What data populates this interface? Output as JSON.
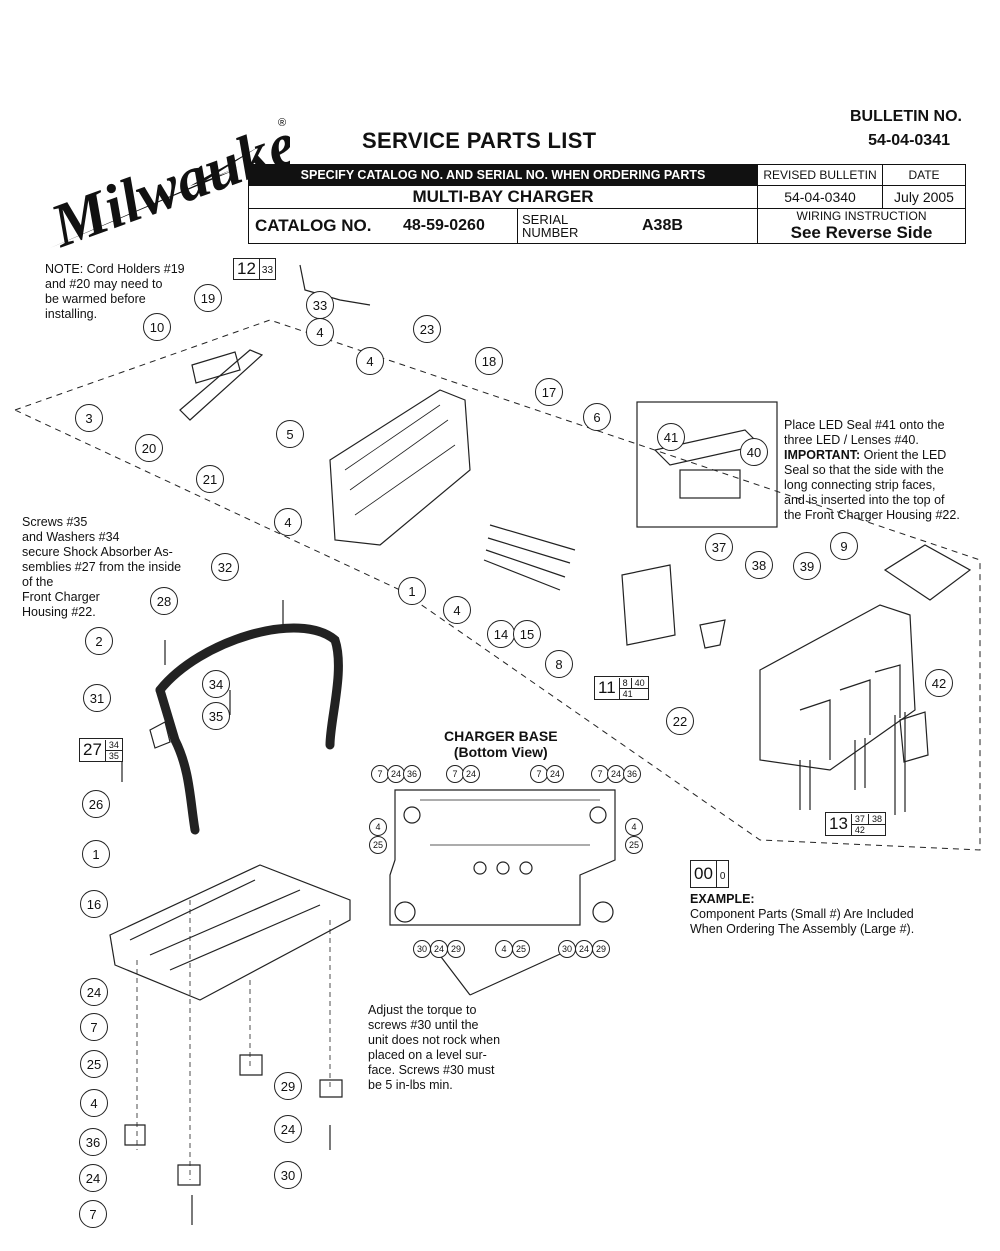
{
  "header": {
    "brand": "Milwaukee",
    "title": "SERVICE PARTS LIST",
    "bulletin_label": "BULLETIN NO.",
    "bulletin_no": "54-04-0341",
    "specify": "SPECIFY CATALOG NO. AND SERIAL NO. WHEN ORDERING PARTS",
    "product": "MULTI-BAY CHARGER",
    "catalog_label": "CATALOG NO.",
    "catalog_no": "48-59-0260",
    "serial_label_1": "SERIAL",
    "serial_label_2": "NUMBER",
    "serial_no": "A38B",
    "revised_label": "REVISED BULLETIN",
    "revised_no": "54-04-0340",
    "date_label": "DATE",
    "date": "July 2005",
    "wiring_label": "WIRING INSTRUCTION",
    "wiring_value": "See Reverse Side"
  },
  "notes": {
    "cord_holders": [
      "NOTE: Cord Holders #19",
      "and #20 may need to",
      "be warmed before",
      "installing."
    ],
    "screws": [
      "Screws #35",
      "and Washers #34",
      "secure Shock Absorber As-",
      "semblies #27 from the inside",
      "of the",
      "Front Charger",
      "Housing #22."
    ],
    "led_seal_1": [
      "Place LED Seal #41 onto the",
      "three LED / Lenses #40."
    ],
    "led_important_label": "IMPORTANT:",
    "led_important": [
      " Orient the LED",
      "Seal so that the side with the",
      "long connecting strip faces,",
      "and is inserted into the top of",
      "the Front Charger Housing #22."
    ],
    "charger_base_title": "CHARGER BASE",
    "charger_base_sub": "(Bottom View)",
    "torque": [
      "Adjust the torque to",
      "screws #30 until the",
      "unit does not rock when",
      "placed on a level sur-",
      "face. Screws #30 must",
      "be 5 in-lbs min."
    ],
    "example_label": "EXAMPLE:",
    "example_text": [
      "Component Parts (Small #) Are Included",
      "When Ordering The Assembly (Large #)."
    ],
    "example_big": "00",
    "example_small": "0"
  },
  "callouts": [
    "19",
    "10",
    "3",
    "20",
    "21",
    "33",
    "4",
    "4",
    "23",
    "18",
    "17",
    "6",
    "5",
    "4",
    "1",
    "4",
    "41",
    "40",
    "37",
    "38",
    "39",
    "9",
    "42",
    "22",
    "32",
    "28",
    "2",
    "34",
    "35",
    "31",
    "26",
    "1",
    "16",
    "24",
    "7",
    "25",
    "4",
    "36",
    "24",
    "7",
    "29",
    "24",
    "30",
    "14",
    "15",
    "8"
  ],
  "assemblies": {
    "a12": {
      "big": "12",
      "smalls": [
        "33"
      ]
    },
    "a11": {
      "big": "11",
      "smalls": [
        "8",
        "40",
        "41"
      ]
    },
    "a27": {
      "big": "27",
      "smalls": [
        "34",
        "35"
      ]
    },
    "a13": {
      "big": "13",
      "smalls": [
        "37",
        "38",
        "42"
      ]
    }
  },
  "base_callouts": {
    "row1": [
      "7",
      "24",
      "36",
      "7",
      "24",
      "7",
      "24",
      "7",
      "24",
      "36"
    ],
    "row2": [
      "4",
      "25",
      "4",
      "25"
    ],
    "row3": [
      "30",
      "24",
      "29",
      "4",
      "25",
      "30",
      "24",
      "29"
    ]
  }
}
